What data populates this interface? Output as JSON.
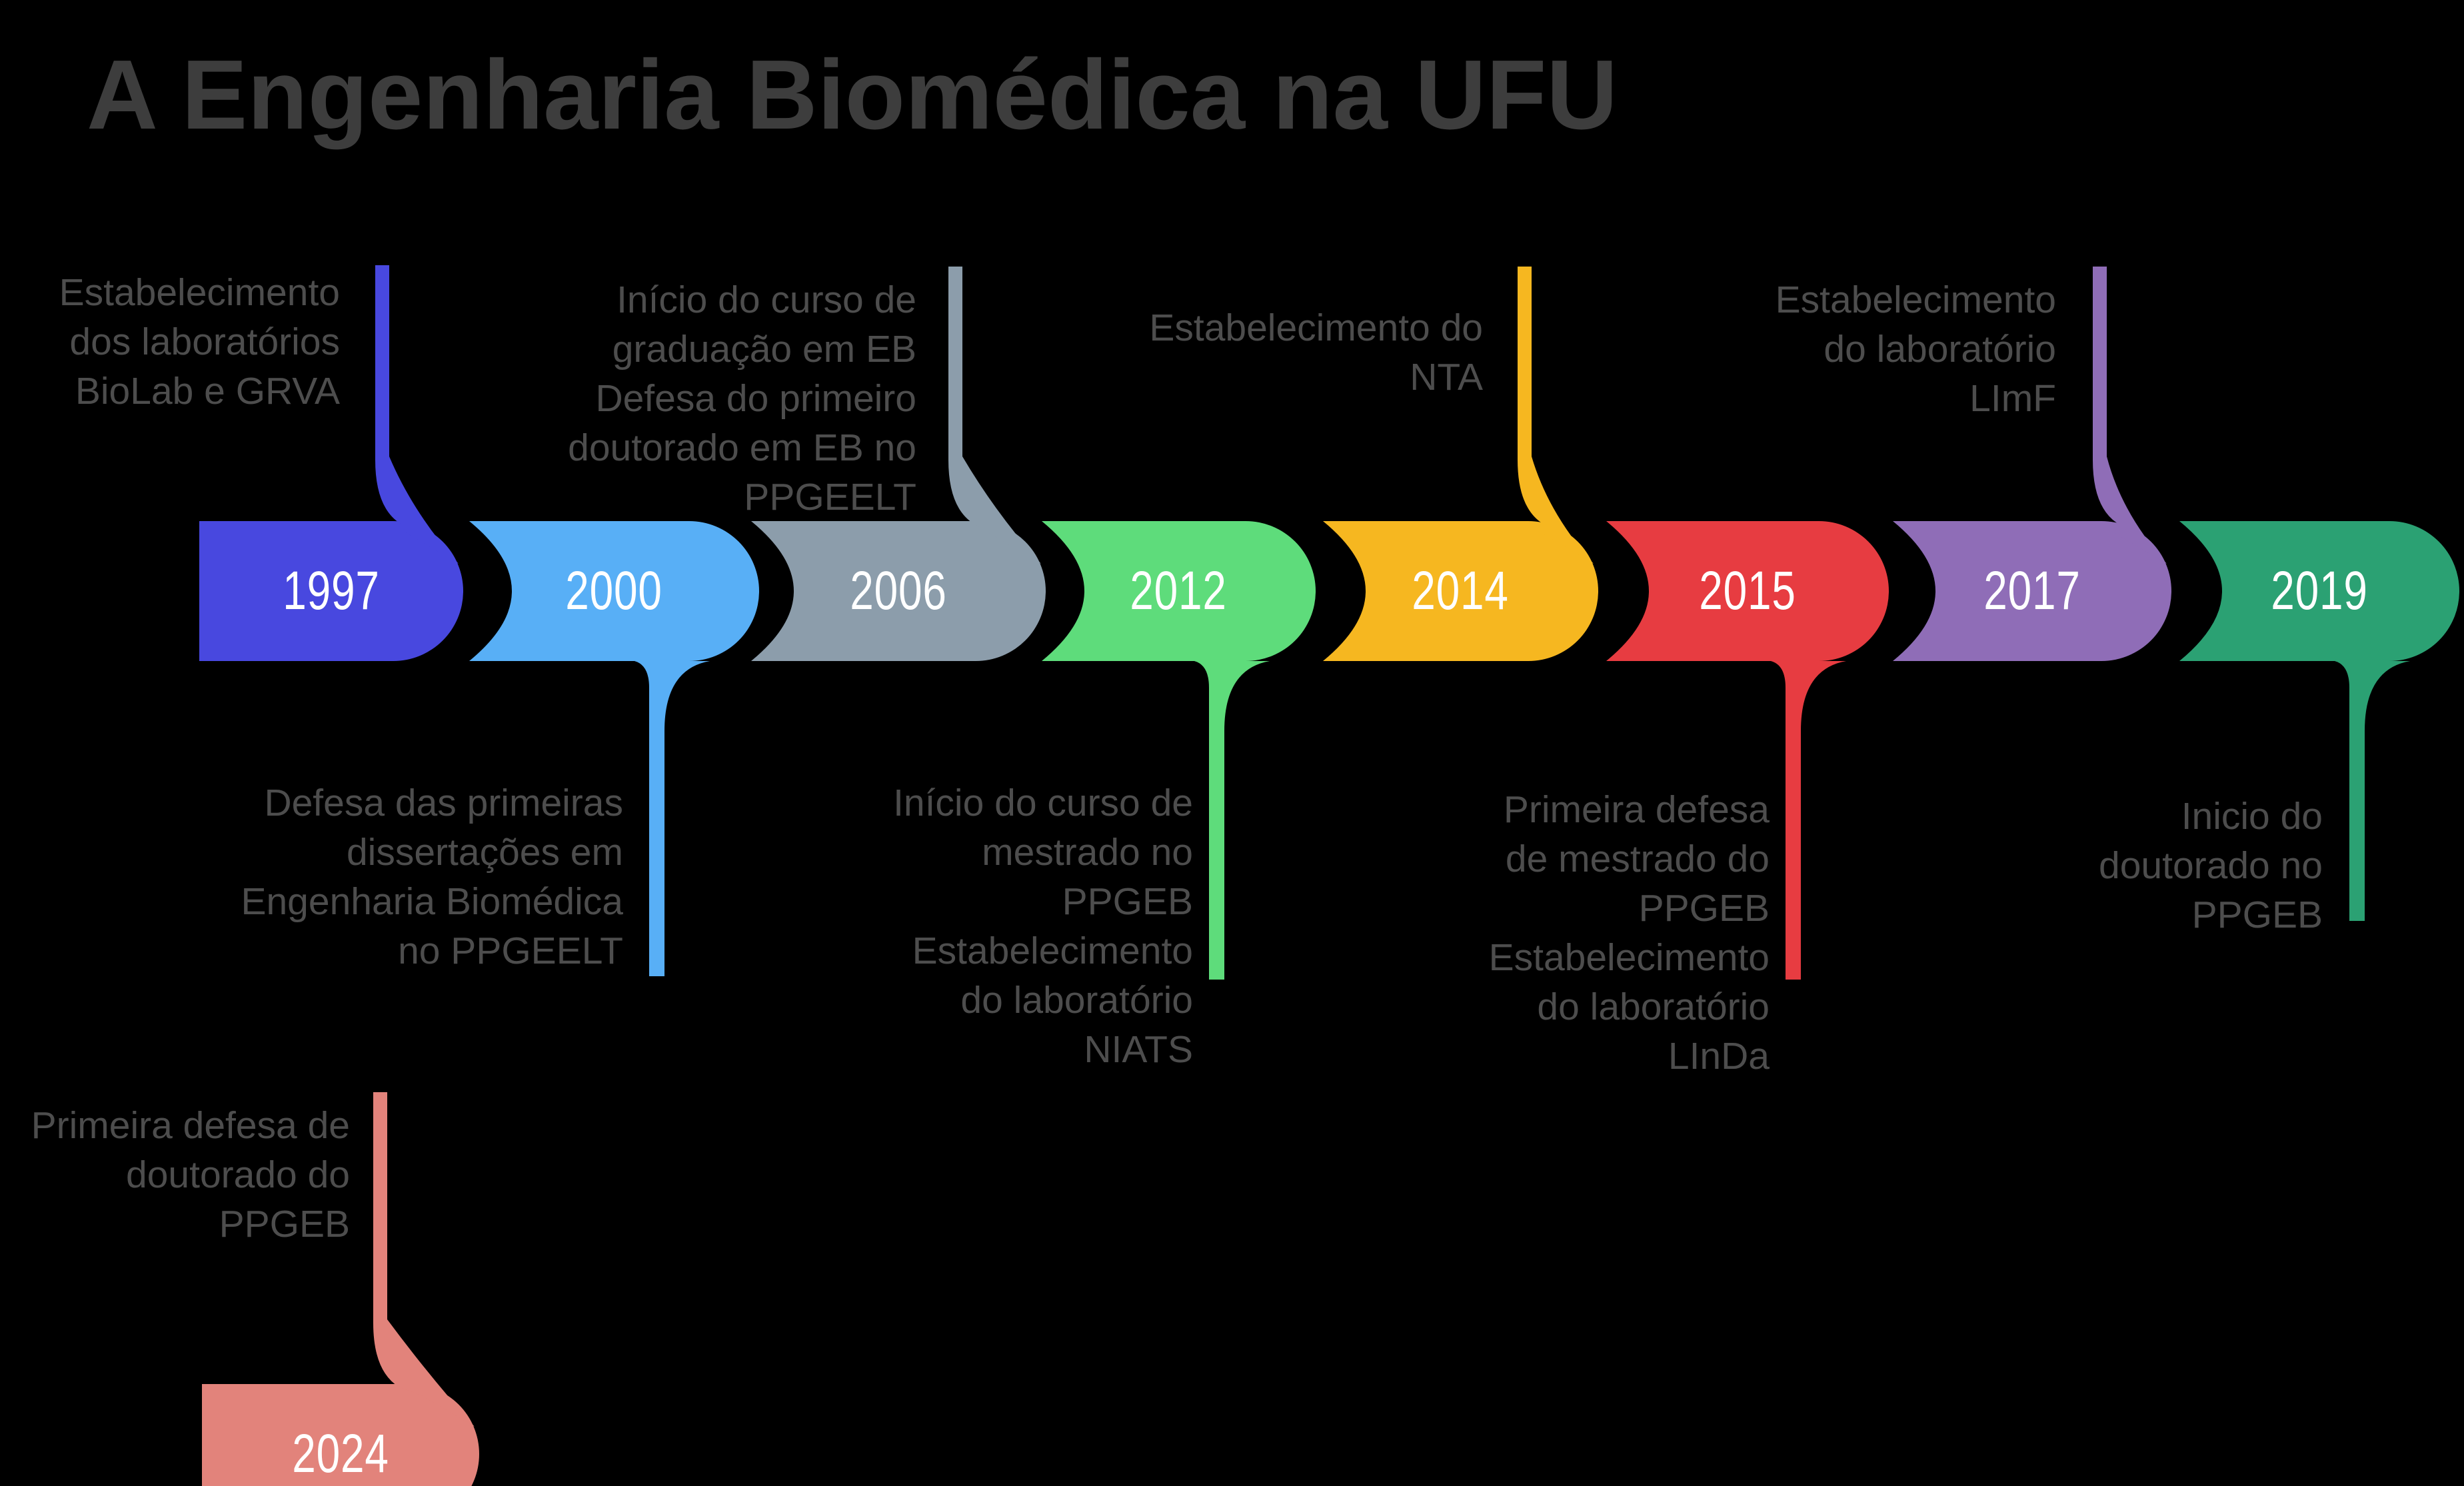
{
  "title": "A Engenharia Biomédica na UFU",
  "colors": {
    "background": "#000000",
    "title_text": "#3d3d3d",
    "annotation_text": "#4d4d4d",
    "year_text": "#ffffff"
  },
  "timeline": {
    "events": [
      {
        "year": "1997",
        "color": "#4848DF",
        "annotation_position": "above",
        "annotation": "Estabelecimento\ndos laboratórios\nBioLab e GRVA"
      },
      {
        "year": "2000",
        "color": "#58AFF6",
        "annotation_position": "below",
        "annotation": "Defesa das primeiras\ndissertações em\nEngenharia Biomédica\nno PPGEELT"
      },
      {
        "year": "2006",
        "color": "#8C9DAB",
        "annotation_position": "above",
        "annotation": "Início do curso de\ngraduação em EB\nDefesa do primeiro\ndoutorado em EB no\nPPGEELT"
      },
      {
        "year": "2012",
        "color": "#5EDC7B",
        "annotation_position": "below",
        "annotation": "Início do curso de\nmestrado no\nPPGEB\nEstabelecimento\ndo laboratório\nNIATS"
      },
      {
        "year": "2014",
        "color": "#F6B720",
        "annotation_position": "above",
        "annotation": "Estabelecimento do\nNTA"
      },
      {
        "year": "2015",
        "color": "#E73C41",
        "annotation_position": "below",
        "annotation": "Primeira defesa\nde mestrado do\nPPGEB\nEstabelecimento\ndo laboratório\nLInDa"
      },
      {
        "year": "2017",
        "color": "#8F6DB7",
        "annotation_position": "above",
        "annotation": "Estabelecimento\ndo laboratório\nLImF"
      },
      {
        "year": "2019",
        "color": "#2BA173",
        "annotation_position": "below",
        "annotation": "Inicio do\ndoutorado no\nPPGEB"
      },
      {
        "year": "2024",
        "color": "#E2837B",
        "annotation_position": "above",
        "annotation": "Primeira defesa de\ndoutorado do\nPPGEB"
      }
    ]
  }
}
